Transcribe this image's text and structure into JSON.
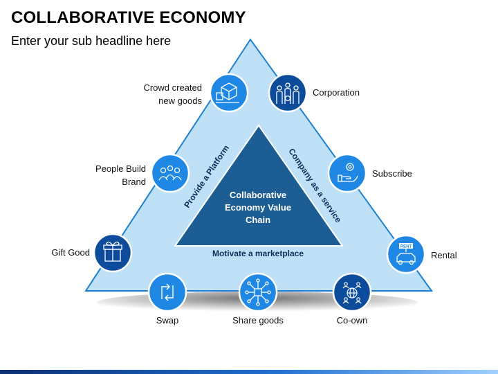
{
  "title": "COLLABORATIVE ECONOMY",
  "subtitle": "Enter your sub headline here",
  "center": {
    "line1": "Collaborative",
    "line2": "Economy Value",
    "line3": "Chain"
  },
  "sides": {
    "left": "Provide a Platform",
    "right": "Company as a service",
    "bottom": "Motivate a marketplace"
  },
  "nodes": {
    "crowd": {
      "line1": "Crowd created",
      "line2": "new goods",
      "icon": "crowd-goods-icon"
    },
    "corporation": {
      "label": "Corporation",
      "icon": "corporation-icon"
    },
    "people": {
      "line1": "People Build",
      "line2": "Brand",
      "icon": "people-group-icon"
    },
    "subscribe": {
      "label": "Subscribe",
      "icon": "hand-gear-icon"
    },
    "gift": {
      "label": "Gift Good",
      "icon": "gift-icon"
    },
    "rental": {
      "label": "Rental",
      "icon": "rent-car-icon"
    },
    "swap": {
      "label": "Swap",
      "icon": "swap-arrows-icon"
    },
    "share": {
      "label": "Share goods",
      "icon": "network-box-icon"
    },
    "coown": {
      "label": "Co-own",
      "icon": "globe-people-icon"
    }
  },
  "rental_sign": "RENT",
  "colors": {
    "triangle_fill": "#bfe1f8",
    "triangle_stroke": "#1e7fd0",
    "inner_triangle": "#1c5d93",
    "circle_light": "#1f88e5",
    "circle_dark": "#0d4c9a"
  }
}
